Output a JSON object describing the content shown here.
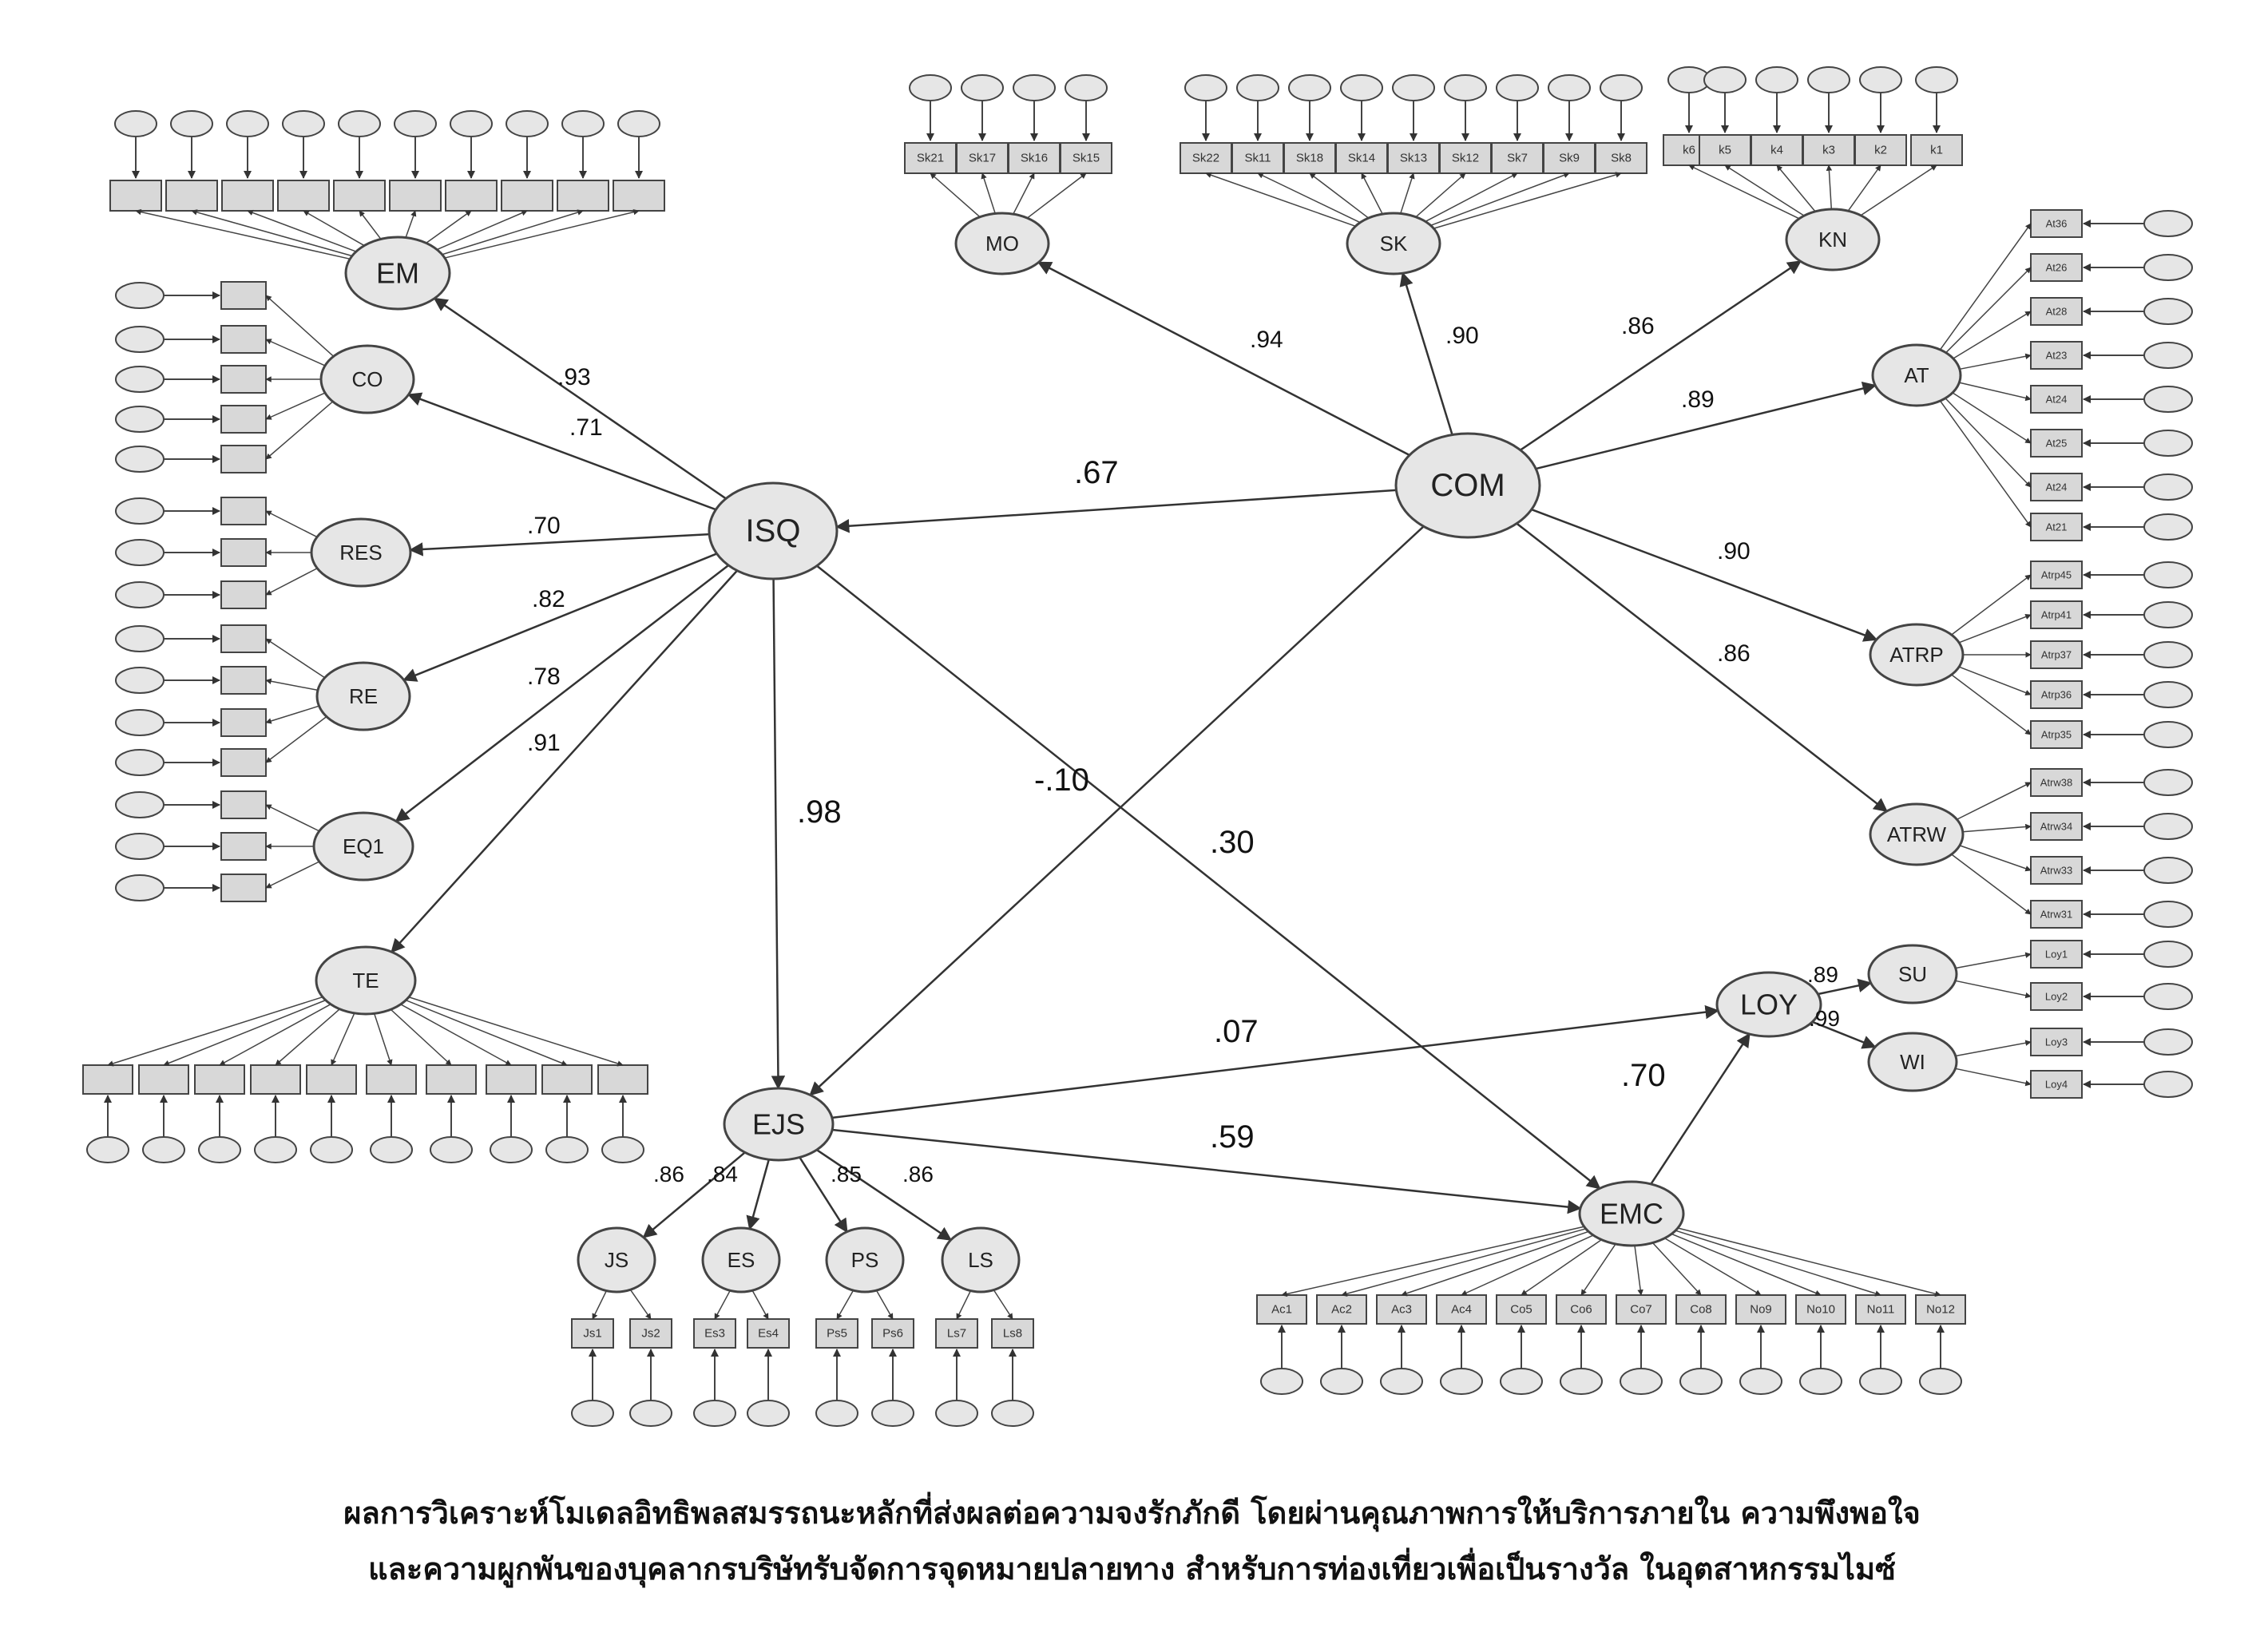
{
  "latent_variables": [
    {
      "id": "COM",
      "label": "COM"
    },
    {
      "id": "ISQ",
      "label": "ISQ"
    },
    {
      "id": "EJS",
      "label": "EJS"
    },
    {
      "id": "EMC",
      "label": "EMC"
    },
    {
      "id": "LOY",
      "label": "LOY"
    },
    {
      "id": "EM",
      "label": "EM"
    },
    {
      "id": "CO",
      "label": "CO"
    },
    {
      "id": "RES",
      "label": "RES"
    },
    {
      "id": "RE",
      "label": "RE"
    },
    {
      "id": "EQ1",
      "label": "EQ1"
    },
    {
      "id": "TE",
      "label": "TE"
    },
    {
      "id": "MO",
      "label": "MO"
    },
    {
      "id": "SK",
      "label": "SK"
    },
    {
      "id": "KN",
      "label": "KN"
    },
    {
      "id": "AT",
      "label": "AT"
    },
    {
      "id": "ATRP",
      "label": "ATRP"
    },
    {
      "id": "ATRW",
      "label": "ATRW"
    },
    {
      "id": "SU",
      "label": "SU"
    },
    {
      "id": "WI",
      "label": "WI"
    },
    {
      "id": "JS",
      "label": "JS"
    },
    {
      "id": "ES",
      "label": "ES"
    },
    {
      "id": "PS",
      "label": "PS"
    },
    {
      "id": "LS",
      "label": "LS"
    }
  ],
  "paths": [
    {
      "from": "COM",
      "to": "ISQ",
      "coef": ".67"
    },
    {
      "from": "COM",
      "to": "MO",
      "coef": ".94"
    },
    {
      "from": "COM",
      "to": "SK",
      "coef": ".90"
    },
    {
      "from": "COM",
      "to": "KN",
      "coef": ".86"
    },
    {
      "from": "COM",
      "to": "AT",
      "coef": ".89"
    },
    {
      "from": "COM",
      "to": "ATRP",
      "coef": ".90"
    },
    {
      "from": "COM",
      "to": "ATRW",
      "coef": ".86"
    },
    {
      "from": "COM",
      "to": "EJS",
      "coef": "-.10"
    },
    {
      "from": "ISQ",
      "to": "EM",
      "coef": ".93"
    },
    {
      "from": "ISQ",
      "to": "CO",
      "coef": ".71"
    },
    {
      "from": "ISQ",
      "to": "RES",
      "coef": ".70"
    },
    {
      "from": "ISQ",
      "to": "RE",
      "coef": ".82"
    },
    {
      "from": "ISQ",
      "to": "EQ1",
      "coef": ".78"
    },
    {
      "from": "ISQ",
      "to": "TE",
      "coef": ".91"
    },
    {
      "from": "ISQ",
      "to": "EJS",
      "coef": ".98"
    },
    {
      "from": "ISQ",
      "to": "EMC",
      "coef": ".30"
    },
    {
      "from": "EJS",
      "to": "LOY",
      "coef": ".07"
    },
    {
      "from": "EJS",
      "to": "EMC",
      "coef": ".59"
    },
    {
      "from": "EMC",
      "to": "LOY",
      "coef": ".70"
    },
    {
      "from": "LOY",
      "to": "SU",
      "coef": ".89"
    },
    {
      "from": "LOY",
      "to": "WI",
      "coef": ".99"
    },
    {
      "from": "EJS",
      "to": "JS",
      "coef": ".86"
    },
    {
      "from": "EJS",
      "to": "ES",
      "coef": ".84"
    },
    {
      "from": "EJS",
      "to": "PS",
      "coef": ".85"
    },
    {
      "from": "EJS",
      "to": "LS",
      "coef": ".86"
    }
  ],
  "indicator_labels": {
    "MO": [
      "Sk21",
      "Sk17",
      "Sk16",
      "Sk15"
    ],
    "SK": [
      "Sk22",
      "Sk11",
      "Sk18",
      "Sk14",
      "Sk13",
      "Sk12",
      "Sk7",
      "Sk9",
      "Sk8"
    ],
    "KN": [
      "k6",
      "k5",
      "k4",
      "k3",
      "k2",
      "k1"
    ],
    "AT": [
      "At36",
      "At26",
      "At28",
      "At23",
      "At24",
      "At25",
      "At24",
      "At21"
    ],
    "ATRP": [
      "Atrp45",
      "Atrp41",
      "Atrp37",
      "Atrp36",
      "Atrp35"
    ],
    "ATRW": [
      "Atrw38",
      "Atrw34",
      "Atrw33",
      "Atrw31"
    ],
    "SU": [
      "Loy1",
      "Loy2"
    ],
    "WI": [
      "Loy3",
      "Loy4"
    ],
    "JS": [
      "Js1",
      "Js2"
    ],
    "ES": [
      "Es3",
      "Es4"
    ],
    "PS": [
      "Ps5",
      "Ps6"
    ],
    "LS": [
      "Ls7",
      "Ls8"
    ],
    "EMC": [
      "Ac1",
      "Ac2",
      "Ac3",
      "Ac4",
      "Co5",
      "Co6",
      "Co7",
      "Co8",
      "No9",
      "No10",
      "No11",
      "No12"
    ]
  },
  "caption": {
    "line1": "ผลการวิเคราะห์โมเดลอิทธิพลสมรรถนะหลักที่ส่งผลต่อความจงรักภักดี โดยผ่านคุณภาพการให้บริการภายใน ความพึงพอใจ",
    "line2": "และความผูกพันของบุคลากรบริษัทรับจัดการจุดหมายปลายทาง สำหรับการท่องเที่ยวเพื่อเป็นรางวัล ในอุตสาหกรรมไมซ์"
  },
  "colors": {
    "ellipse_fill": "#e6e6e6",
    "stroke": "#444444",
    "box_fill": "#d8d8d8"
  }
}
